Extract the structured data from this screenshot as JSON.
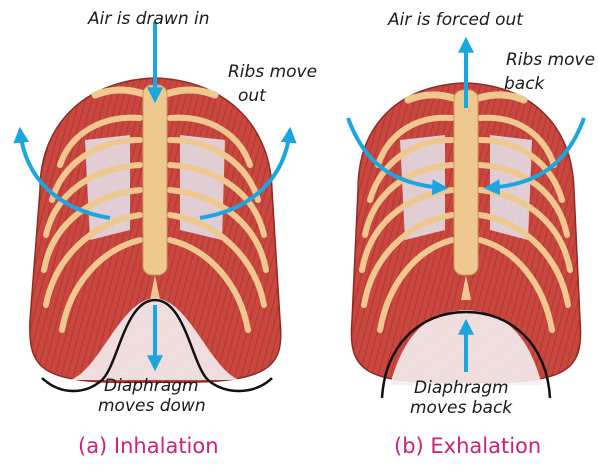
{
  "panels": {
    "inhalation": {
      "caption": "(a) Inhalation",
      "air_label": "Air is drawn in",
      "ribs_label_line1": "Ribs move",
      "ribs_label_line2": "out",
      "diaphragm_label_line1": "Diaphragm",
      "diaphragm_label_line2": "moves down"
    },
    "exhalation": {
      "caption": "(b) Exhalation",
      "air_label": "Air is forced out",
      "ribs_label_line1": "Ribs move",
      "ribs_label_line2": "back",
      "diaphragm_label_line1": "Diaphragm",
      "diaphragm_label_line2": "moves back"
    }
  },
  "colors": {
    "arrow": "#1ca6e0",
    "caption": "#d0207a",
    "muscle": "#c9473f",
    "bone": "#efc890",
    "diaphragm_outline": "#111111"
  }
}
